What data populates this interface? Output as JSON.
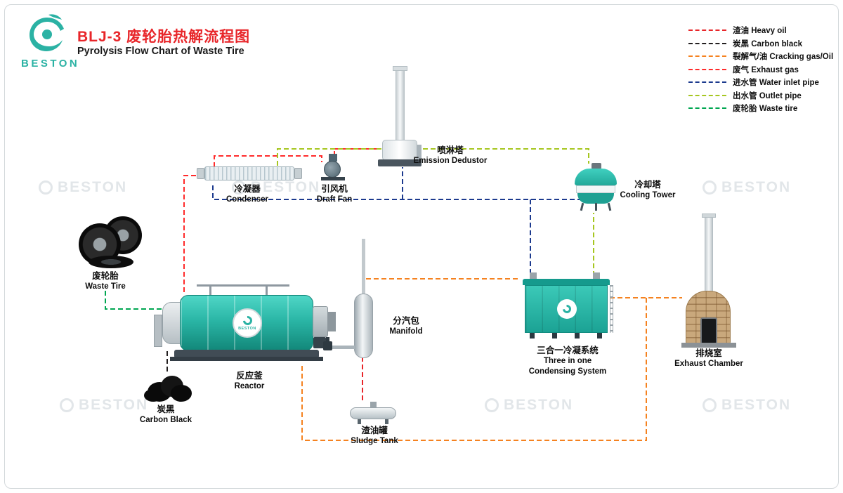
{
  "page": {
    "brand": "BESTON",
    "title_cn": "BLJ-3 废轮胎热解流程图",
    "title_en": "Pyrolysis Flow Chart of Waste Tire",
    "watermark": "BESTON"
  },
  "legend": {
    "items": [
      {
        "label": "渣油 Heavy oil",
        "color": "#e8262a"
      },
      {
        "label": "炭黑 Carbon black",
        "color": "#231f20"
      },
      {
        "label": "裂解气/油 Cracking gas/Oil",
        "color": "#f58220"
      },
      {
        "label": "废气 Exhaust gas",
        "color": "#ff2b2b"
      },
      {
        "label": "进水管 Water inlet pipe",
        "color": "#1c3a8e"
      },
      {
        "label": "出水管 Outlet pipe",
        "color": "#a6c620"
      },
      {
        "label": "废轮胎 Waste tire",
        "color": "#00a651"
      }
    ]
  },
  "components": {
    "emission_dedustor": {
      "cn": "喷淋塔",
      "en": "Emission Dedustor"
    },
    "condenser": {
      "cn": "冷凝器",
      "en": "Condenser"
    },
    "draft_fan": {
      "cn": "引风机",
      "en": "Draft Fan"
    },
    "cooling_tower": {
      "cn": "冷却塔",
      "en": "Cooling Tower"
    },
    "waste_tire": {
      "cn": "废轮胎",
      "en": "Waste Tire"
    },
    "reactor": {
      "cn": "反应釜",
      "en": "Reactor"
    },
    "manifold": {
      "cn": "分汽包",
      "en": "Manifold"
    },
    "three_in_one": {
      "cn": "三合一冷凝系统",
      "en": "Three in one\nCondensing System"
    },
    "exhaust_chamber": {
      "cn": "排烧室",
      "en": "Exhaust Chamber"
    },
    "carbon_black": {
      "cn": "炭黑",
      "en": "Carbon Black"
    },
    "sludge_tank": {
      "cn": "渣油罐",
      "en": "Sludge Tank"
    }
  }
}
